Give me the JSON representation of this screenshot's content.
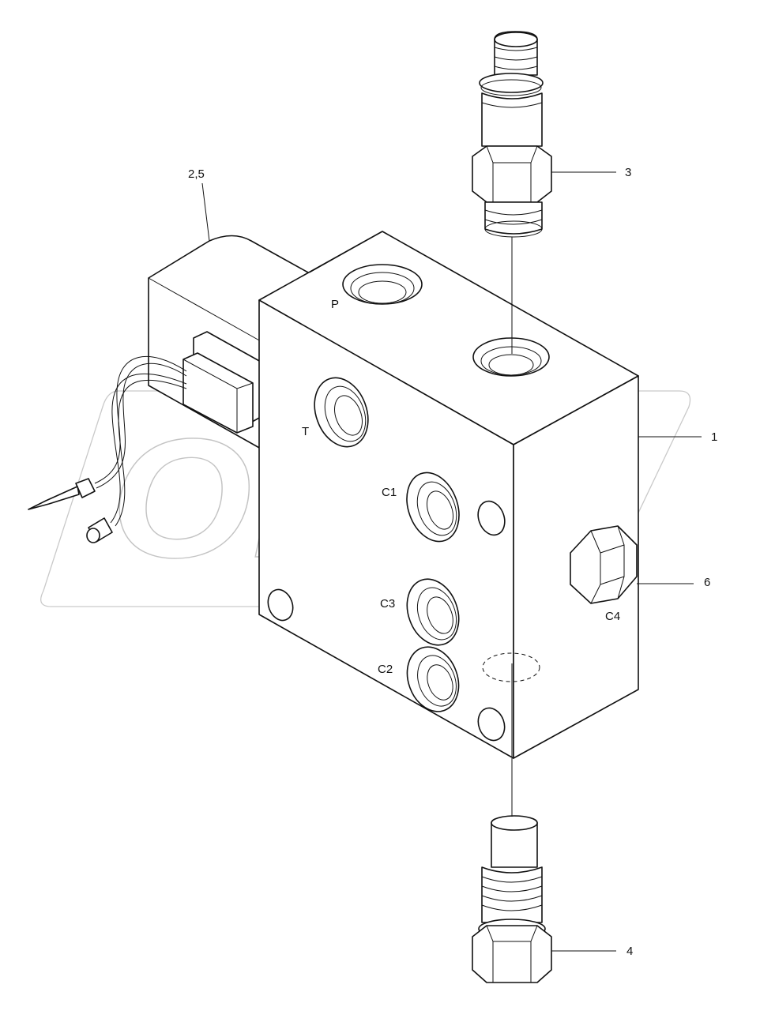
{
  "watermark": {
    "text": "OPEX"
  },
  "callouts": [
    {
      "id": "body",
      "label": "1"
    },
    {
      "id": "solenoid",
      "label": "2,5"
    },
    {
      "id": "top-cartridge",
      "label": "3"
    },
    {
      "id": "bottom-cartridge",
      "label": "4"
    },
    {
      "id": "plug",
      "label": "6"
    }
  ],
  "ports": [
    {
      "id": "P",
      "label": "P"
    },
    {
      "id": "T",
      "label": "T"
    },
    {
      "id": "C1",
      "label": "C1"
    },
    {
      "id": "C3",
      "label": "C3"
    },
    {
      "id": "C2",
      "label": "C2"
    },
    {
      "id": "C4",
      "label": "C4"
    }
  ],
  "colors": {
    "line": "#111111",
    "watermark": "#c4c4c4",
    "background": "#ffffff"
  }
}
